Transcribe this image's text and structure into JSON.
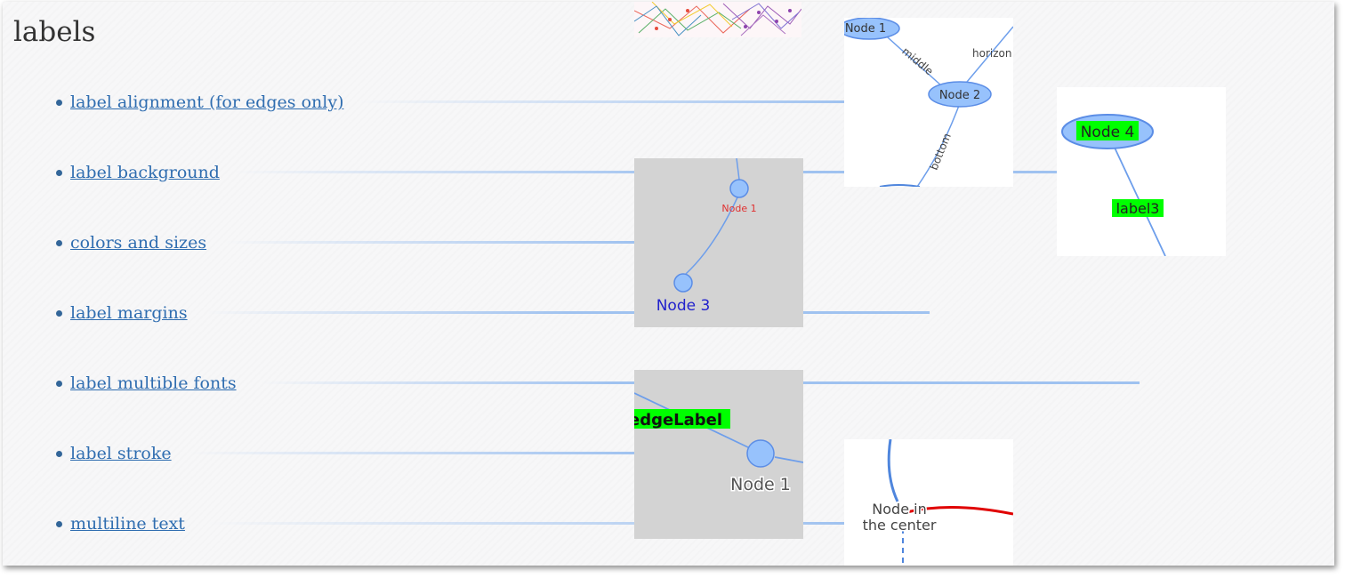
{
  "heading": "labels",
  "links": [
    "label alignment (for edges only)",
    "label background",
    "colors and sizes",
    "label margins",
    "label multible fonts",
    "label stroke",
    "multiline text"
  ],
  "thumbs": {
    "alignment": {
      "node1": "Node 1",
      "node2": "Node 2",
      "edge_middle": "middle",
      "edge_horizontal": "horizon",
      "edge_bottom": "bottom"
    },
    "background": {
      "node": "Node 4",
      "edge_label": "label3"
    },
    "colors": {
      "node1": "Node 1",
      "node3": "Node 3"
    },
    "fonts": {
      "edge_label": "edgeLabel",
      "node": "Node 1"
    },
    "multiline": {
      "line1": "Node in",
      "line2": "the center"
    }
  },
  "colors": {
    "link": "#2f6db0",
    "edge": "#6d9eeb",
    "node_fill": "#97c2fc",
    "node_border": "#5b8de6",
    "label_green": "#00ff00",
    "thumb_gray": "#d3d3d3"
  }
}
